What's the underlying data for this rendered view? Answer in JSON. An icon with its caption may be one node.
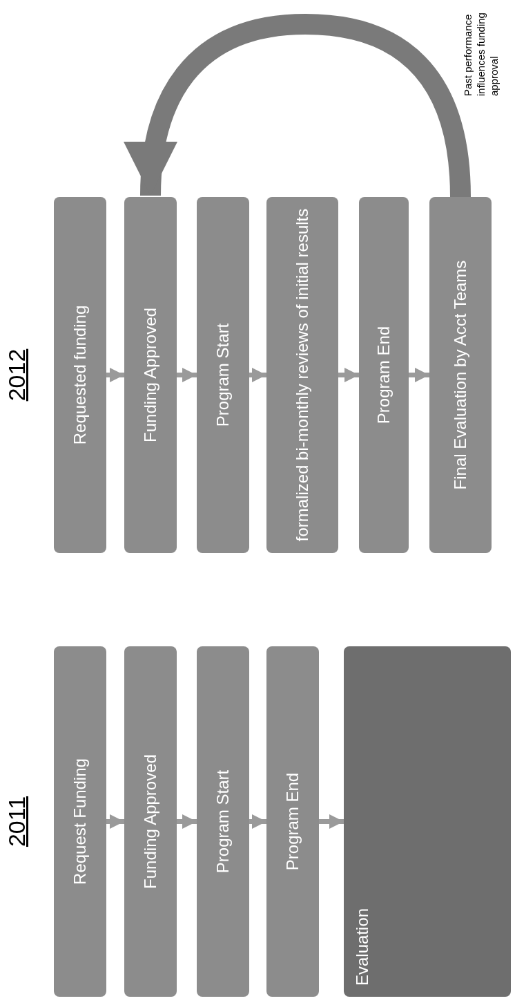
{
  "diagram": {
    "nodes": [
      {
        "text": [
          "Request Funding"
        ]
      },
      {
        "text": [
          "Funding Approved"
        ]
      },
      {
        "text": [
          "Program Start"
        ]
      },
      {
        "text": [
          "Program End"
        ]
      },
      {
        "text": [
          "Evaluation"
        ]
      },
      {
        "text": [
          "Requested funding"
        ]
      },
      {
        "text": [
          "Funding Approved"
        ]
      },
      {
        "text": [
          "Program Start"
        ]
      },
      {
        "text": [
          "formalized bi-monthly reviews of initial results"
        ]
      },
      {
        "text": [
          "Program End"
        ]
      },
      {
        "text": [
          "Final Evaluation by Acct Teams"
        ]
      }
    ],
    "edges": [
      {
        "from": 0,
        "to": 1,
        "arrow": "to"
      },
      {
        "from": 1,
        "to": 2,
        "arrow": "to"
      },
      {
        "from": 2,
        "to": 3,
        "arrow": "to"
      },
      {
        "from": 3,
        "to": 4,
        "arrow": "to"
      },
      {
        "from": 5,
        "to": 6,
        "arrow": "to"
      },
      {
        "from": 6,
        "to": 7,
        "arrow": "to"
      },
      {
        "from": 7,
        "to": 8,
        "arrow": "to"
      },
      {
        "from": 8,
        "to": 9,
        "arrow": "to"
      },
      {
        "from": 9,
        "to": 10,
        "arrow": "to"
      },
      {
        "from": 10,
        "to": 6,
        "arrow": "to",
        "style": "thick",
        "label": "Past performance influences funding approval"
      }
    ],
    "labels": [
      "2011",
      "2012"
    ]
  }
}
